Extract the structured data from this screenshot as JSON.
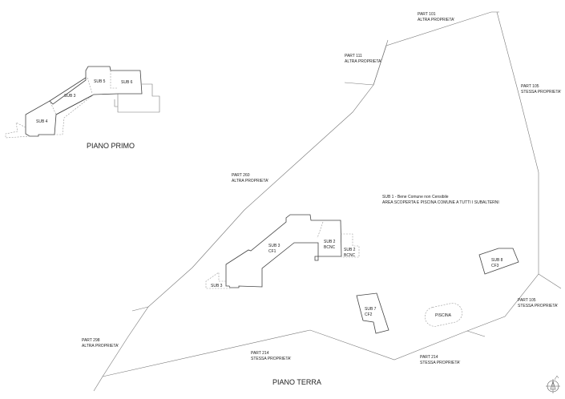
{
  "titles": {
    "piano_primo": "PIANO PRIMO",
    "piano_terra": "PIANO TERRA"
  },
  "parcels": {
    "p101": {
      "num": "PART 101",
      "owner": "ALTRA PROPRIETA'"
    },
    "p111": {
      "num": "PART 111",
      "owner": "ALTRA PROPRIETA'"
    },
    "p105a": {
      "num": "PART 105",
      "owner": "STESSA PROPRIETA'"
    },
    "p260": {
      "num": "PART 260",
      "owner": "ALTRA PROPRIETA'"
    },
    "p105b": {
      "num": "PART 105",
      "owner": "STESSA PROPRIETA'"
    },
    "p298": {
      "num": "PART 298",
      "owner": "ALTRA PROPRIETA'"
    },
    "p214a": {
      "num": "PART 214",
      "owner": "STESSA PROPRIETA'"
    },
    "p214b": {
      "num": "PART 214",
      "owner": "STESSA PROPRIETA'"
    }
  },
  "sub1": {
    "line1": "SUB 1 - Bene Comune non Censibile",
    "line2": "AREA SCOPERTA E PISCINA COMUNE A TUTTI I SUBALTERNI"
  },
  "primo_units": {
    "sub5": "SUB 5",
    "sub6": "SUB 6",
    "sub3": "SUB 3",
    "sub4": "SUB 4"
  },
  "terra_units": {
    "sub3": {
      "name": "SUB 3",
      "cat": "CF1"
    },
    "sub2a": {
      "name": "SUB 2",
      "cat": "BCNC"
    },
    "sub2b": {
      "name": "SUB 2",
      "cat": "BCNC"
    },
    "sub3_ext": {
      "name": "SUB 3"
    },
    "sub7": {
      "name": "SUB 7",
      "cat": "CF2"
    },
    "sub8": {
      "name": "SUB 8",
      "cat": "CF3"
    },
    "piscina": {
      "name": "PISCINA"
    }
  },
  "icons": {
    "compass": "north-arrow-compass-icon"
  }
}
